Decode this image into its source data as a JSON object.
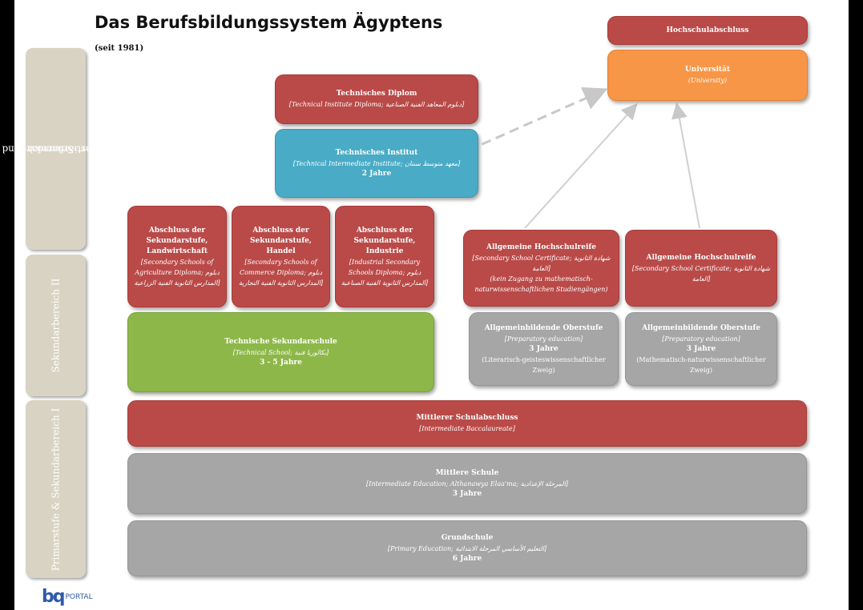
{
  "title": "Das Berufsbildungssystem Ägyptens",
  "subtitle": "(seit 1981)",
  "side_labels": {
    "tertiary": [
      "Post-Sekundar- und",
      "Tertiärbereich"
    ],
    "secondary2": "Sekundarbereich II",
    "primary": "Primarstufe & Sekundarbereich I"
  },
  "boxes": {
    "hochschulabschluss": {
      "title": "Hochschulabschluss"
    },
    "universitaet": {
      "title": "Universität",
      "sub": "(University)"
    },
    "tech_diplom": {
      "title": "Technisches Diplom",
      "sub": "[Technical Institute Diploma; دبلوم المعاهد الفنية الصناعية]"
    },
    "tech_institut": {
      "title": "Technisches Institut",
      "sub": "[Technical Intermediate Institute; معهد متوسط سنتان]",
      "dur": "2 Jahre"
    },
    "abschluss_land": {
      "title": "Abschluss der Sekundarstufe, Landwirtschaft",
      "sub": "[Secondary Schools of Agriculture Diploma; دبلوم المدارس الثانوية الفنية الزراعية]"
    },
    "abschluss_handel": {
      "title": "Abschluss der Sekundarstufe, Handel",
      "sub": "[Secondary Schools of Commerce Diploma; دبلوم المدارس الثانوية الفنية التجارية]"
    },
    "abschluss_industrie": {
      "title": "Abschluss der Sekundarstufe, Industrie",
      "sub": "[Industrial Secondary Schools Diploma; دبلوم المدارس الثانوية الفنية الصناعية]"
    },
    "hochschulreife1": {
      "title": "Allgemeine Hochschulreife",
      "sub": "[Secondary School Certificate; شهادة الثانوية العامة]",
      "note": "(kein Zugang zu mathematisch-naturwissenschaftlichen Studiengängen)"
    },
    "hochschulreife2": {
      "title": "Allgemeine Hochschulreife",
      "sub": "[Secondary School Certificate; شهادة الثانوية العامة]"
    },
    "tech_sekundarschule": {
      "title": "Technische Sekundarschule",
      "sub": "[Technical School; بكالوريا فنية]",
      "dur": "3 - 5 Jahre"
    },
    "oberstufe1": {
      "title": "Allgemeinbildende Oberstufe",
      "sub": "[Preparatory education]",
      "dur": "3 Jahre",
      "note": "(Literarisch-geisteswissenschaftlicher Zweig)"
    },
    "oberstufe2": {
      "title": "Allgemeinbildende Oberstufe",
      "sub": "[Preparatory education]",
      "dur": "3 Jahre",
      "note": "(Mathematisch-naturwissenschaftlicher Zweig)"
    },
    "mittlerer_abschluss": {
      "title": "Mittlerer Schulabschluss",
      "sub": "[Intermediate Baccalaureate]"
    },
    "mittlere_schule": {
      "title": "Mittlere Schule",
      "sub": "[Intermediate Education; Althanawya Elaa'ma; المرحلة الإعدادية]",
      "dur": "3 Jahre"
    },
    "grundschule": {
      "title": "Grundschule",
      "sub": "[Primary Education; التعليم الأساسي المرحلة الابتدائية]",
      "dur": "6 Jahre"
    }
  },
  "logo": {
    "mark": "bq",
    "text": "PORTAL"
  },
  "colors": {
    "red": "#b94a48",
    "blue": "#4aabc6",
    "green": "#8db849",
    "gray": "#a6a6a6",
    "orange": "#f79646",
    "side": "#d8d3c3"
  }
}
